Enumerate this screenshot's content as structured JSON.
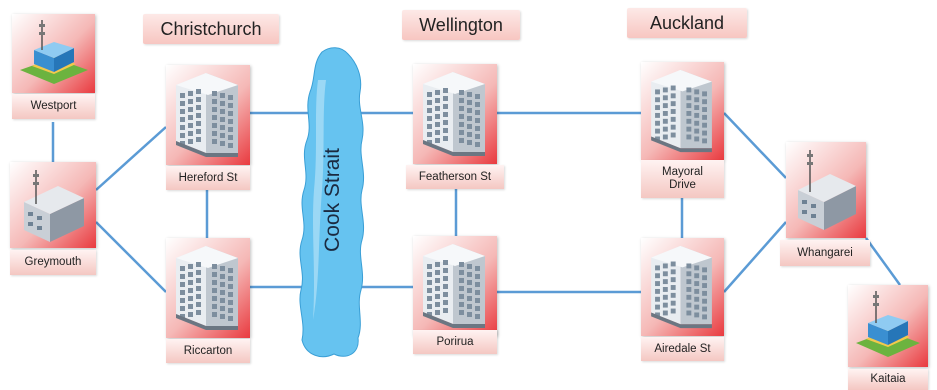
{
  "regions": {
    "christchurch": "Christchurch",
    "wellington": "Wellington",
    "auckland": "Auckland"
  },
  "strait": {
    "label": "Cook Strait"
  },
  "sites": {
    "westport": "Westport",
    "greymouth": "Greymouth",
    "hereford": "Hereford St",
    "riccarton": "Riccarton",
    "featherson": "Featherson St",
    "porirua": "Porirua",
    "mayoral": "Mayoral\nDrive",
    "airedale": "Airedale St",
    "whangarei": "Whangarei",
    "kaitaia": "Kaitaia"
  },
  "colors": {
    "link": "#5b9bd5",
    "tile_red": "#e93a3f",
    "label_bg": "#f4c7c2",
    "strait": "#66c3f0"
  }
}
